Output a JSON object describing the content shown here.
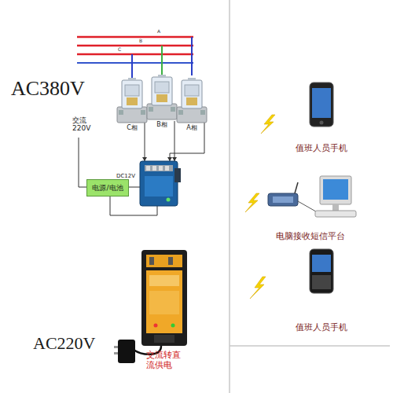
{
  "diagram": {
    "nodes": [
      {
        "text": [
          "C相"
        ]
      },
      {
        "text": [
          "B相"
        ]
      },
      {
        "text": [
          "A相"
        ]
      },
      {
        "text": [
          "电源/电池"
        ]
      },
      {
        "text": [
          "值班人员手机"
        ]
      },
      {
        "text": [
          "电脑接收短信平台"
        ]
      },
      {
        "text": [
          "值班人员手机"
        ]
      }
    ],
    "labels": [
      "A",
      "B",
      "C",
      "AC380V",
      "交流 220V",
      "DC12V",
      "AC220V",
      "交流转直流供电"
    ]
  }
}
